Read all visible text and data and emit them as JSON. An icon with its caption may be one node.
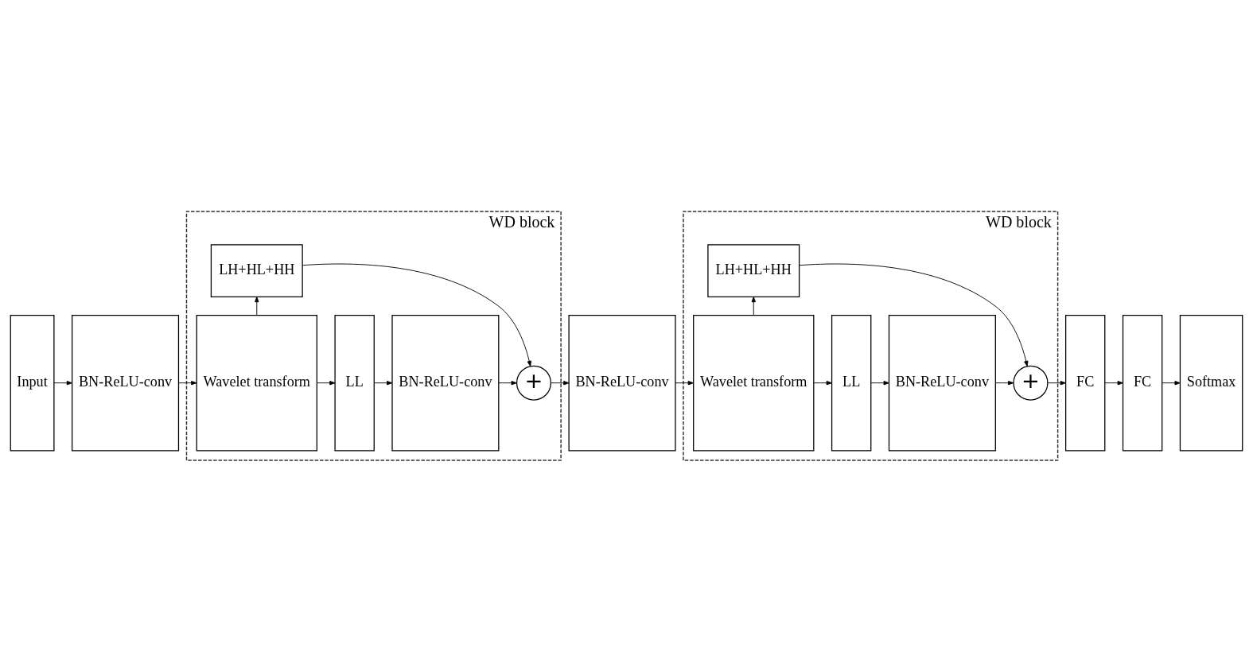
{
  "diagram": {
    "nodes": [
      {
        "text": [
          "Input"
        ]
      },
      {
        "text": [
          "BN-ReLU-conv"
        ]
      },
      {
        "text": [
          "WD block"
        ]
      },
      {
        "text": [
          "LH+HL+HH"
        ],
        "in": 2
      },
      {
        "text": [
          "Wavelet transform"
        ],
        "in": 2
      },
      {
        "text": [
          "LL"
        ],
        "in": 2
      },
      {
        "text": [
          "BN-ReLU-conv"
        ],
        "in": 2
      },
      {
        "text": [
          "+"
        ],
        "in": 2
      },
      {
        "text": [
          "BN-ReLU-conv"
        ]
      },
      {
        "text": [
          "WD block"
        ]
      },
      {
        "text": [
          "LH+HL+HH"
        ],
        "in": 9
      },
      {
        "text": [
          "Wavelet transform"
        ],
        "in": 9
      },
      {
        "text": [
          "LL"
        ],
        "in": 9
      },
      {
        "text": [
          "BN-ReLU-conv"
        ],
        "in": 9
      },
      {
        "text": [
          "+"
        ],
        "in": 9
      },
      {
        "text": [
          "FC"
        ]
      },
      {
        "text": [
          "FC"
        ]
      },
      {
        "text": [
          "Softmax"
        ]
      }
    ],
    "edges": [
      {
        "from": 0,
        "to": 1,
        "arrow": "to"
      },
      {
        "from": 1,
        "to": 4,
        "arrow": "to"
      },
      {
        "from": 4,
        "to": 3,
        "arrow": "to"
      },
      {
        "from": 4,
        "to": 5,
        "arrow": "to"
      },
      {
        "from": 5,
        "to": 6,
        "arrow": "to"
      },
      {
        "from": 6,
        "to": 7,
        "arrow": "to"
      },
      {
        "from": 3,
        "to": 7,
        "arrow": "to"
      },
      {
        "from": 7,
        "to": 8,
        "arrow": "to"
      },
      {
        "from": 8,
        "to": 11,
        "arrow": "to"
      },
      {
        "from": 11,
        "to": 10,
        "arrow": "to"
      },
      {
        "from": 11,
        "to": 12,
        "arrow": "to"
      },
      {
        "from": 12,
        "to": 13,
        "arrow": "to"
      },
      {
        "from": 13,
        "to": 14,
        "arrow": "to"
      },
      {
        "from": 10,
        "to": 14,
        "arrow": "to"
      },
      {
        "from": 14,
        "to": 15,
        "arrow": "to"
      },
      {
        "from": 15,
        "to": 16,
        "arrow": "to"
      },
      {
        "from": 16,
        "to": 17,
        "arrow": "to"
      }
    ]
  }
}
